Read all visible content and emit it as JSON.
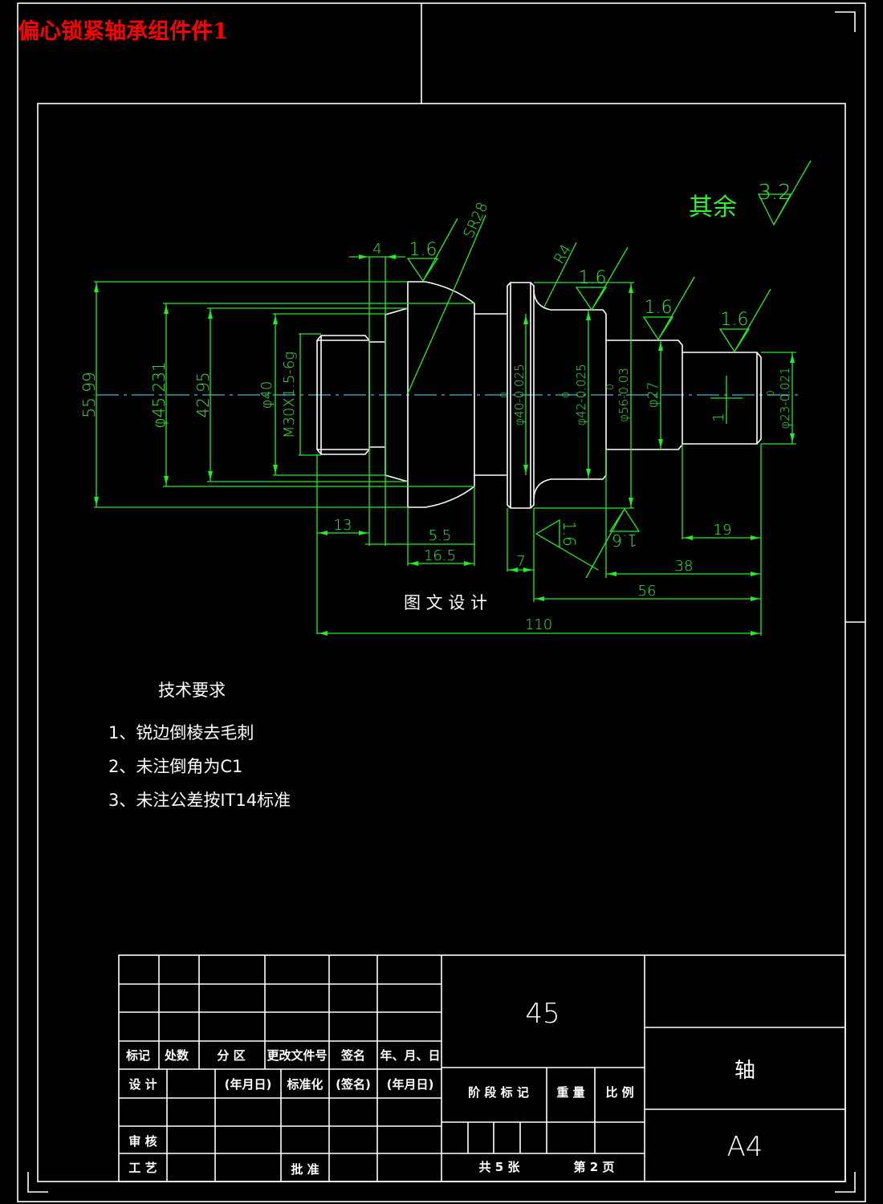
{
  "title": "偏心锁紧轴承组件件1",
  "colors": {
    "background": "#000000",
    "part_outline": "#ffffff",
    "dimension": "#22ee22",
    "centerline": "#33bbdd",
    "title": "#ff0000"
  },
  "roughness": {
    "other": "其余",
    "other_value": "3.2",
    "marks": [
      "1.6",
      "1.6",
      "1.6",
      "1.6",
      "1.6",
      "1.6"
    ]
  },
  "dimensions": {
    "d_55_99": "55.99",
    "d_45_231": "φ45.231",
    "d_42_95": "42.95",
    "d_40": "φ40",
    "thread": "M30X1.5-6g",
    "len_4": "4",
    "sr28": "SR28",
    "r4": "R4",
    "d40_tol": "φ40-0.025",
    "d42_tol": "φ42-0.025",
    "d56_tol": "φ56-0.03",
    "d27": "φ27",
    "d23_tol": "φ23-0.021",
    "upper_zero": "0",
    "offset_1": "1",
    "len_13": "13",
    "len_5_5": "5.5",
    "len_16_5": "16.5",
    "len_7": "7",
    "len_19": "19",
    "len_38": "38",
    "len_56": "56",
    "len_110": "110"
  },
  "watermark": "图 文 设 计",
  "tech_requirements": {
    "heading": "技术要求",
    "items": [
      "1、锐边倒棱去毛刺",
      "2、未注倒角为C1",
      "3、未注公差按IT14标准"
    ]
  },
  "title_block": {
    "headers": [
      "标记",
      "处数",
      "分 区",
      "更改文件号",
      "签名",
      "年、月、日"
    ],
    "design": "设 计",
    "date1": "(年月日)",
    "standardization": "标准化",
    "signature": "(签名)",
    "date2": "(年月日)",
    "review": "审 核",
    "process": "工 艺",
    "approve": "批 准",
    "material": "45",
    "stage_mark": "阶 段 标 记",
    "weight": "重 量",
    "scale": "比 例",
    "sheets": "共 5 张",
    "page": "第 2 页",
    "part_name": "轴",
    "paper_size": "A4"
  }
}
